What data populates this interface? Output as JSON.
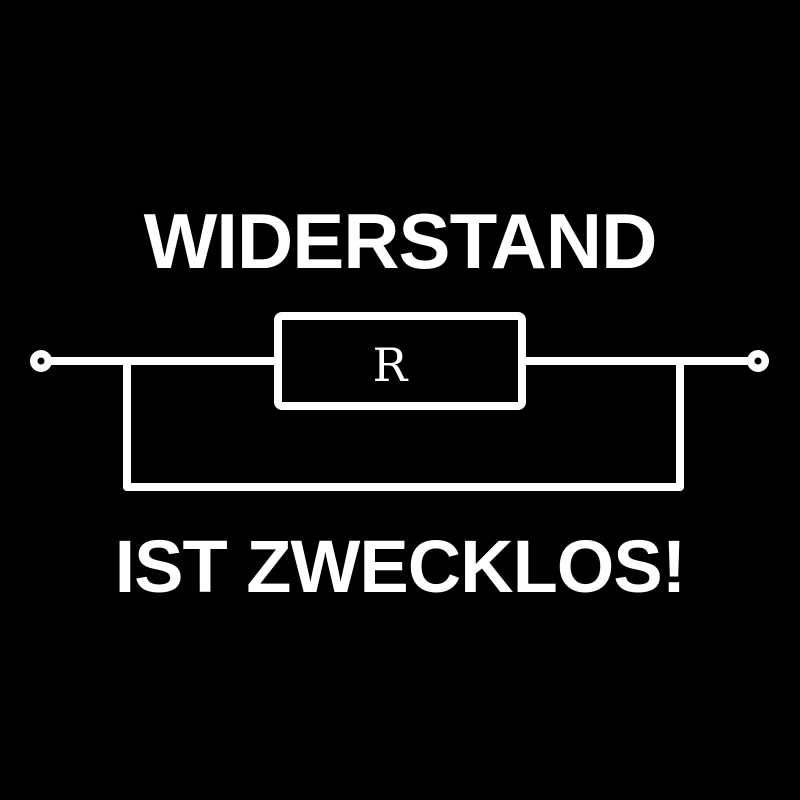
{
  "headline": {
    "top": "WIDERSTAND",
    "bottom": "IST ZWECKLOS!"
  },
  "circuit": {
    "resistor_label": "R",
    "wire_color": "#ffffff",
    "background_color": "#000000"
  }
}
